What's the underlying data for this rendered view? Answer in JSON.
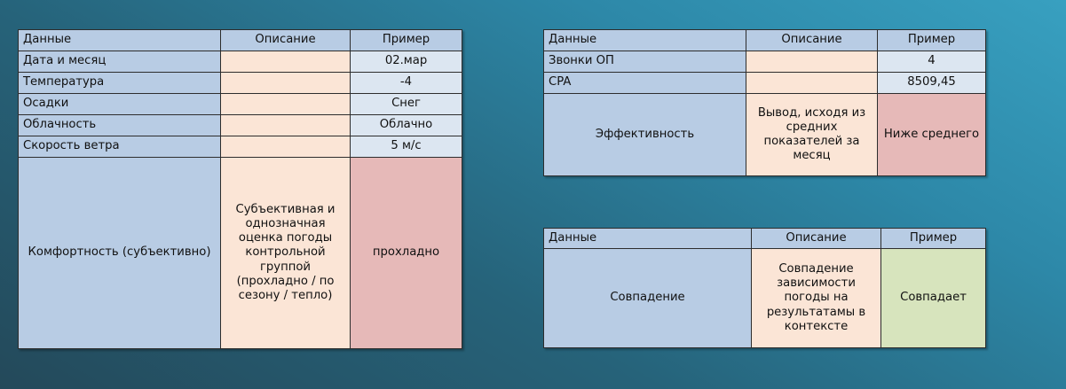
{
  "slide": {
    "background_from": "#24495a",
    "background_to": "#38a0c0",
    "palette": {
      "label_blue": "#b8cce4",
      "description_peach": "#fbe5d6",
      "example_light_blue": "#dce6f1",
      "negative_pink": "#e6b9b8",
      "positive_green": "#d7e4bd"
    }
  },
  "tables": {
    "weather": {
      "headers": [
        "Данные",
        "Описание",
        "Пример"
      ],
      "rows": [
        {
          "data": "Дата и месяц",
          "description": "",
          "example": "02.мар"
        },
        {
          "data": "Температура",
          "description": "",
          "example": "-4"
        },
        {
          "data": "Осадки",
          "description": "",
          "example": "Снег"
        },
        {
          "data": "Облачность",
          "description": "",
          "example": "Облачно"
        },
        {
          "data": "Скорость ветра",
          "description": "",
          "example": "5 м/с"
        },
        {
          "data": "Комфортность (субъективно)",
          "description": "Субъективная и однозначная оценка погоды контрольной группой (прохладно / по сезону / тепло)",
          "example": "прохладно"
        }
      ]
    },
    "efficiency": {
      "headers": [
        "Данные",
        "Описание",
        "Пример"
      ],
      "rows": [
        {
          "data": "Звонки ОП",
          "description": "",
          "example": "4"
        },
        {
          "data": "CPA",
          "description": "",
          "example": "8509,45"
        },
        {
          "data": "Эффективность",
          "description": "Вывод, исходя из средних показателей за месяц",
          "example": "Ниже среднего"
        }
      ]
    },
    "match": {
      "headers": [
        "Данные",
        "Описание",
        "Пример"
      ],
      "rows": [
        {
          "data": "Совпадение",
          "description": "Совпадение зависимости погоды на результатамы в контексте",
          "example": "Совпадает"
        }
      ]
    }
  }
}
